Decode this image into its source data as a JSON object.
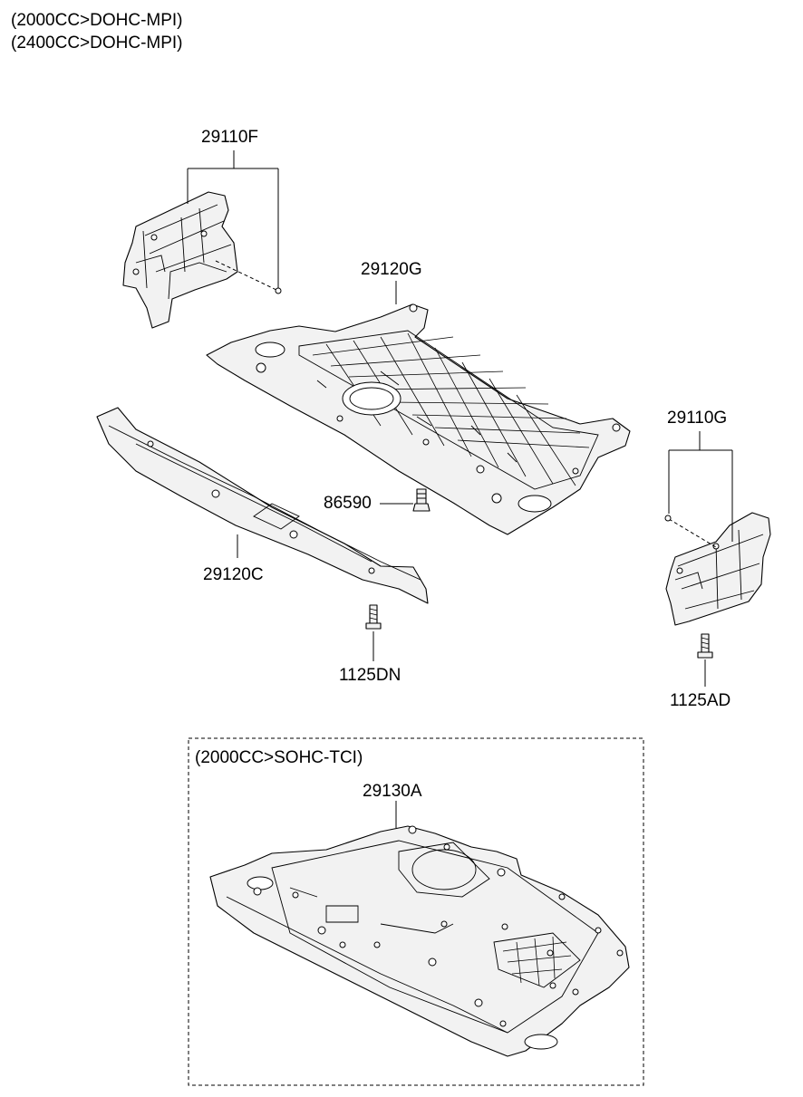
{
  "header": {
    "line1": "(2000CC>DOHC-MPI)",
    "line2": "(2400CC>DOHC-MPI)"
  },
  "parts": {
    "p29110F": "29110F",
    "p29120G": "29120G",
    "p29110G": "29110G",
    "p86590": "86590",
    "p29120C": "29120C",
    "p1125DN": "1125DN",
    "p1125AD": "1125AD",
    "p29130A": "29130A"
  },
  "variant_box": {
    "title": "(2000CC>SOHC-TCI)"
  }
}
